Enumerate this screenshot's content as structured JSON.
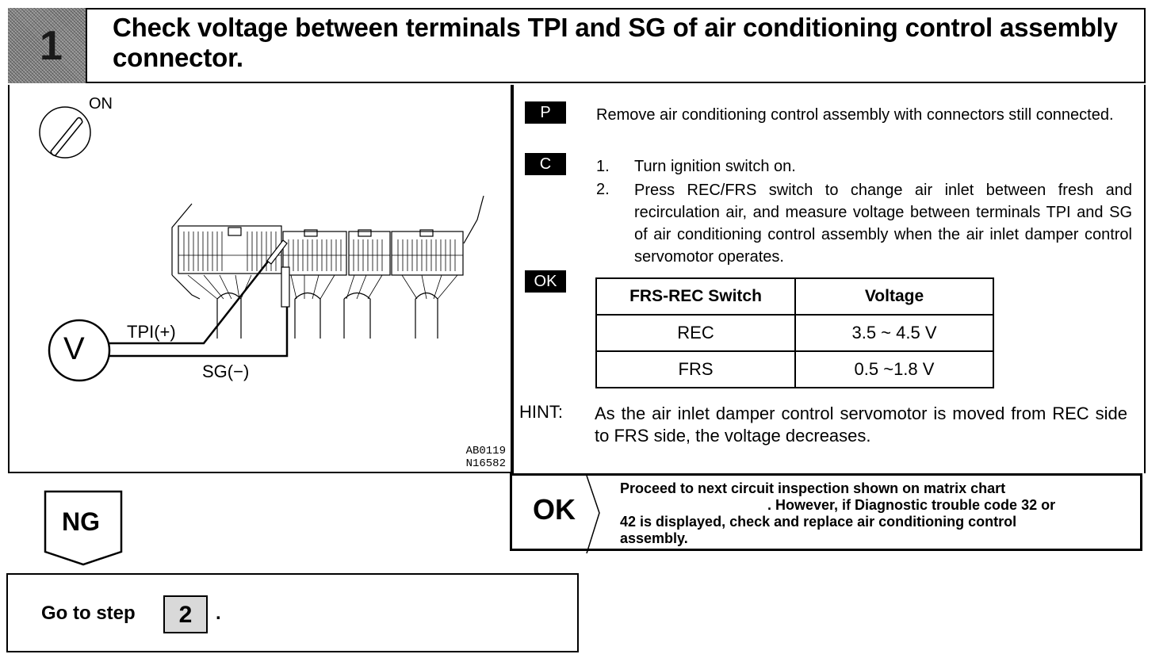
{
  "header": {
    "step_number": "1",
    "title": "Check voltage between terminals TPI and SG of air conditioning control assembly connector."
  },
  "illustration": {
    "ignition_label": "ON",
    "meter_label": "V",
    "probe_positive": "TPI(+)",
    "probe_negative": "SG(−)",
    "figure_code_1": "AB0119",
    "figure_code_2": "N16582"
  },
  "procedure": {
    "prep_tag": "P",
    "prep_text": "Remove air conditioning control assembly with connectors still connected.",
    "check_tag": "C",
    "steps": [
      {
        "num": "1.",
        "text": "Turn ignition switch on."
      },
      {
        "num": "2.",
        "text": "Press REC/FRS switch to change air inlet between fresh and recirculation air, and measure voltage between terminals TPI and SG of air conditioning control assembly when the air inlet damper control servomotor operates."
      }
    ],
    "ok_tag": "OK",
    "table": {
      "headers": [
        "FRS-REC Switch",
        "Voltage"
      ],
      "rows": [
        [
          "REC",
          "3.5 ~ 4.5 V"
        ],
        [
          "FRS",
          "0.5 ~1.8 V"
        ]
      ]
    },
    "hint_label": "HINT:",
    "hint_text": "As the air inlet damper control servomotor is moved from REC side to FRS side, the voltage decreases."
  },
  "ok_result": {
    "label": "OK",
    "line1": "Proceed to next circuit inspection shown on matrix chart",
    "line2": ". However, if Diagnostic trouble code 32 or",
    "line3": "42 is displayed, check and replace air conditioning control",
    "line4": "assembly."
  },
  "ng_result": {
    "label": "NG",
    "goto_text": "Go to step",
    "goto_step": "2",
    "goto_period": "."
  }
}
